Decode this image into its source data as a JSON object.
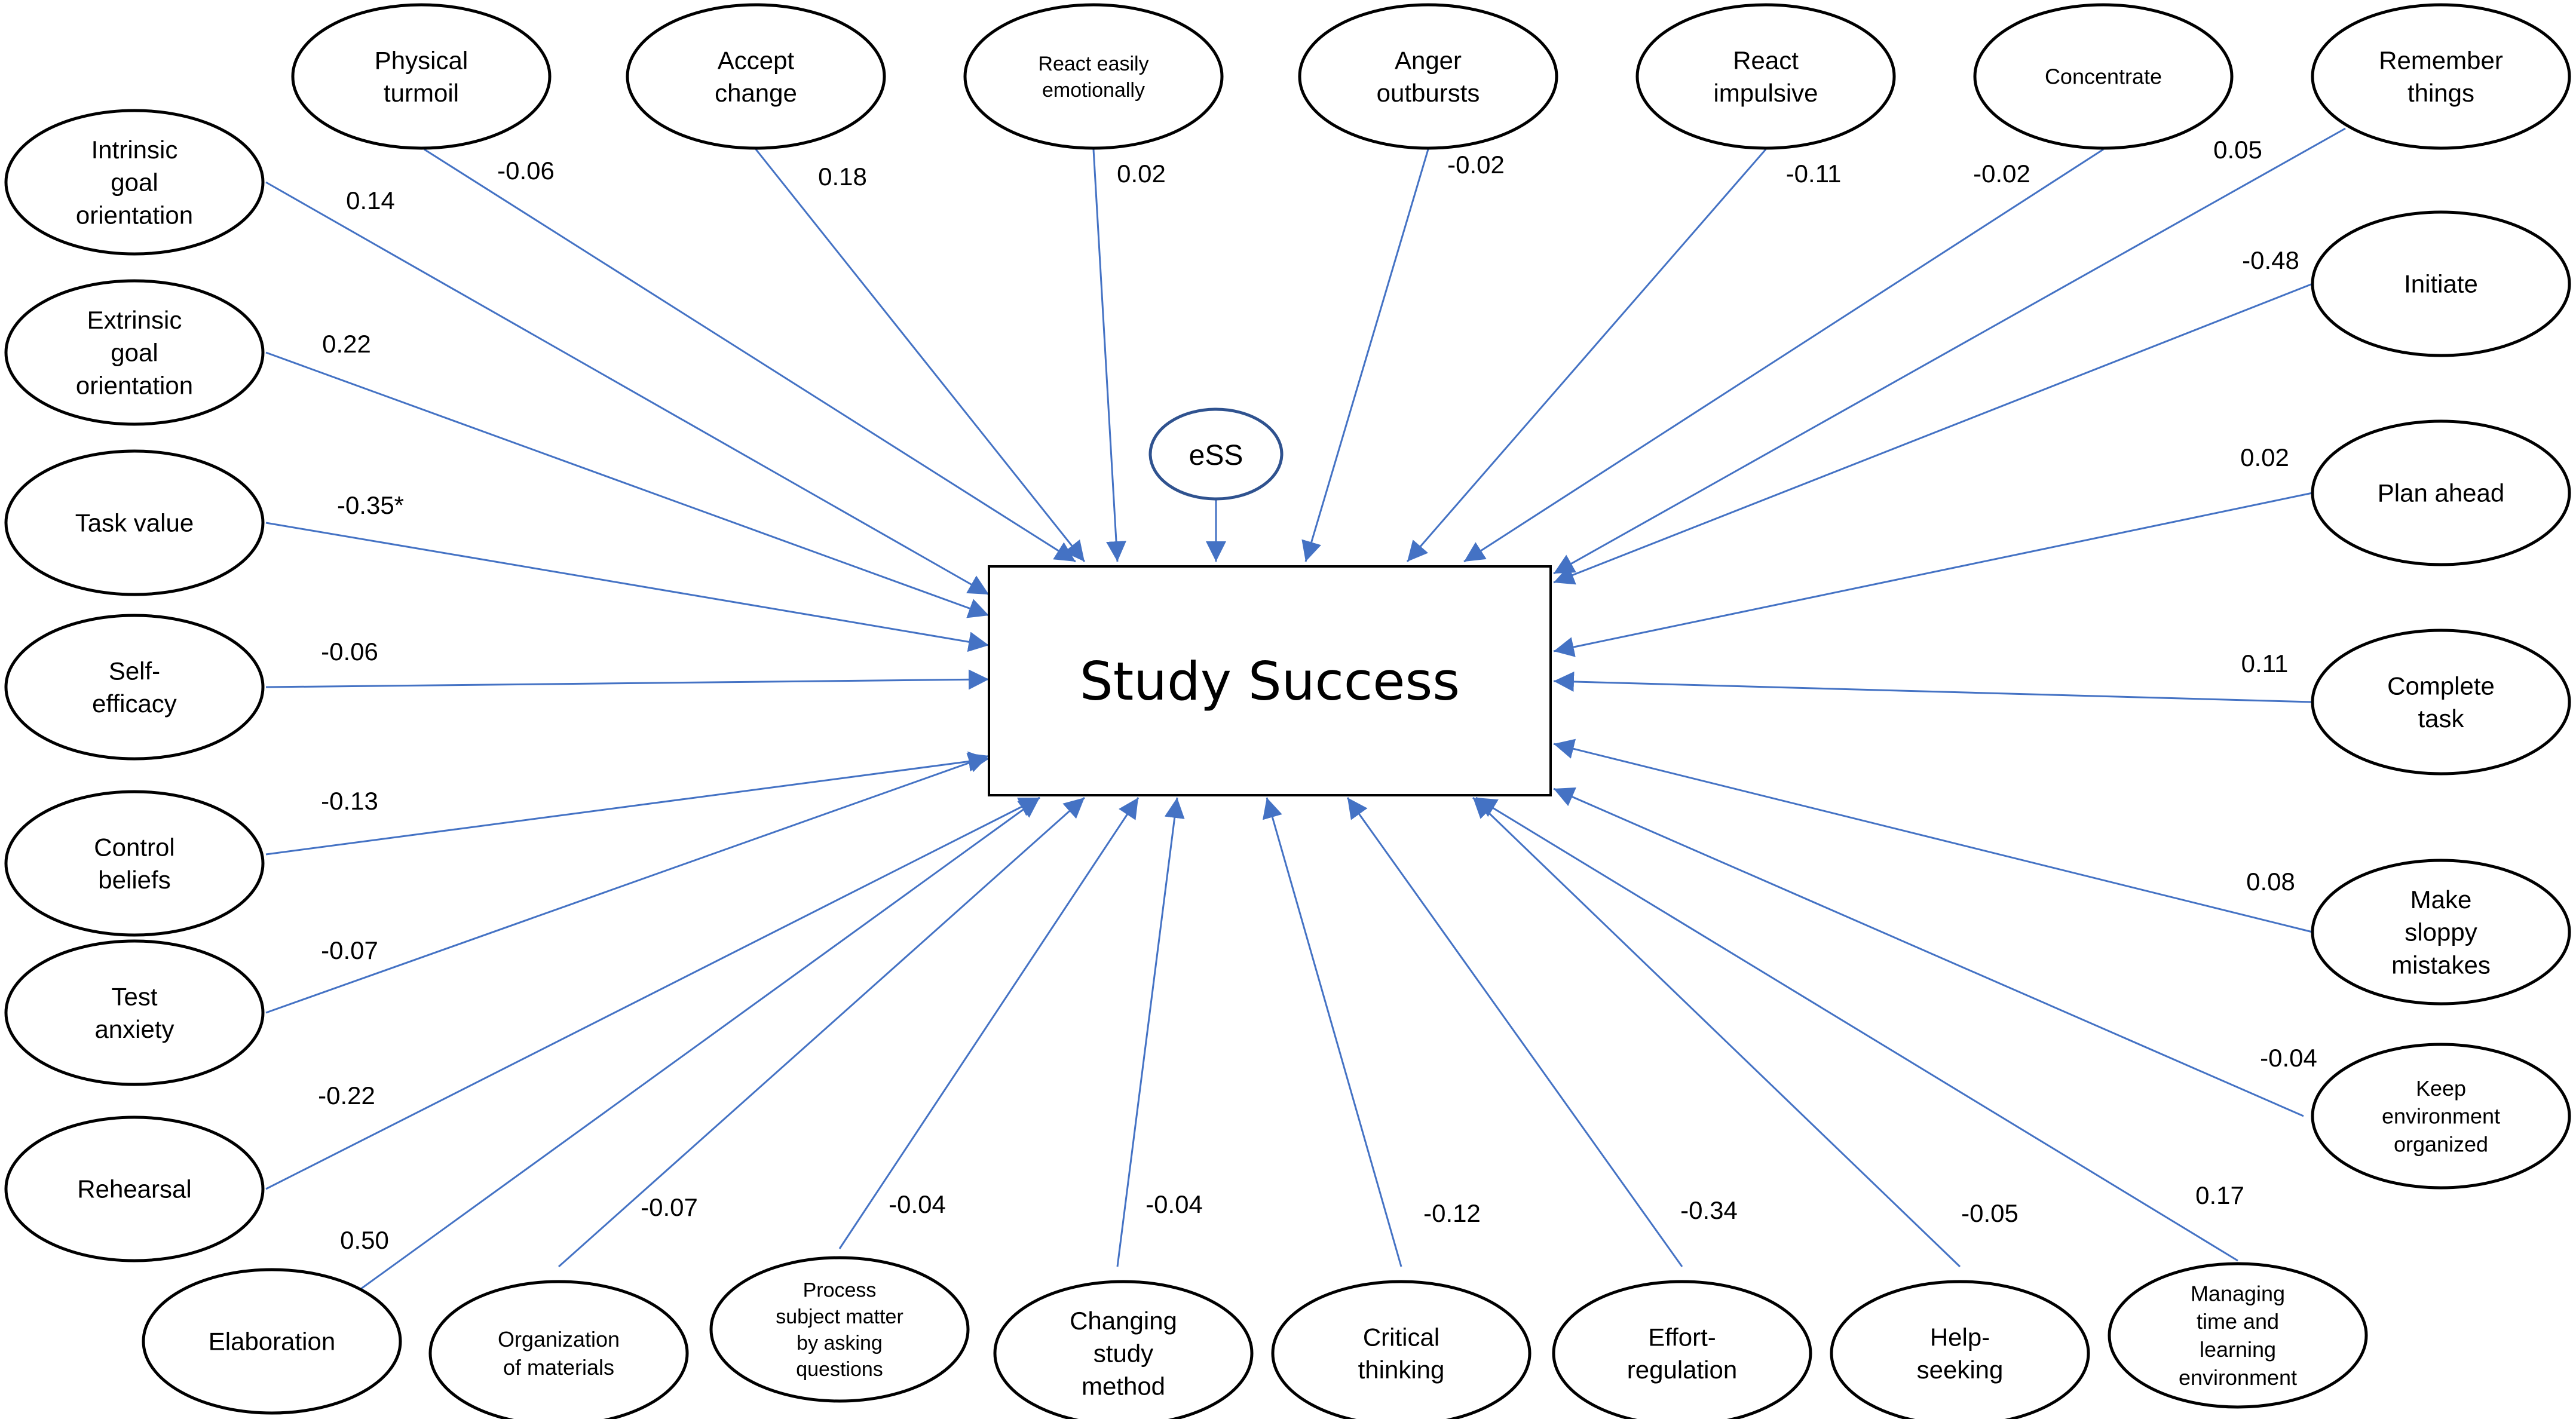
{
  "center": {
    "label": "Study Success",
    "error_term": "eSS"
  },
  "colors": {
    "arrow": "#4472c4",
    "error_outline": "#2f528f",
    "outline": "#000000"
  },
  "predictors": [
    {
      "id": "physical-turmoil",
      "lines": [
        "Physical",
        "turmoil"
      ],
      "coefficient": "-0.06"
    },
    {
      "id": "accept-change",
      "lines": [
        "Accept",
        "change"
      ],
      "coefficient": "0.18"
    },
    {
      "id": "react-easily-emotionally",
      "lines": [
        "React easily",
        "emotionally"
      ],
      "coefficient": "0.02"
    },
    {
      "id": "anger-outbursts",
      "lines": [
        "Anger",
        "outbursts"
      ],
      "coefficient": "-0.02"
    },
    {
      "id": "react-impulsive",
      "lines": [
        "React",
        "impulsive"
      ],
      "coefficient": "-0.11"
    },
    {
      "id": "concentrate",
      "lines": [
        "Concentrate"
      ],
      "coefficient": "-0.02"
    },
    {
      "id": "remember-things",
      "lines": [
        "Remember",
        "things"
      ],
      "coefficient": "0.05"
    },
    {
      "id": "initiate",
      "lines": [
        "Initiate"
      ],
      "coefficient": "-0.48"
    },
    {
      "id": "plan-ahead",
      "lines": [
        "Plan ahead"
      ],
      "coefficient": "0.02"
    },
    {
      "id": "complete-task",
      "lines": [
        "Complete",
        "task"
      ],
      "coefficient": "0.11"
    },
    {
      "id": "make-sloppy-mistakes",
      "lines": [
        "Make",
        "sloppy",
        "mistakes"
      ],
      "coefficient": "0.08"
    },
    {
      "id": "keep-environment-organized",
      "lines": [
        "Keep",
        "environment",
        "organized"
      ],
      "coefficient": "-0.04"
    },
    {
      "id": "managing-time",
      "lines": [
        "Managing",
        "time and",
        "learning",
        "environment"
      ],
      "coefficient": "0.17"
    },
    {
      "id": "help-seeking",
      "lines": [
        "Help-",
        "seeking"
      ],
      "coefficient": "-0.05"
    },
    {
      "id": "effort-regulation",
      "lines": [
        "Effort-",
        "regulation"
      ],
      "coefficient": "-0.34"
    },
    {
      "id": "critical-thinking",
      "lines": [
        "Critical",
        "thinking"
      ],
      "coefficient": "-0.12"
    },
    {
      "id": "changing-study-method",
      "lines": [
        "Changing",
        "study",
        "method"
      ],
      "coefficient": "-0.04"
    },
    {
      "id": "process-subject-matter",
      "lines": [
        "Process",
        "subject matter",
        "by asking",
        "questions"
      ],
      "coefficient": "-0.04"
    },
    {
      "id": "organization-of-materials",
      "lines": [
        "Organization",
        "of materials"
      ],
      "coefficient": "-0.07"
    },
    {
      "id": "elaboration",
      "lines": [
        "Elaboration"
      ],
      "coefficient": "0.50"
    },
    {
      "id": "rehearsal",
      "lines": [
        "Rehearsal"
      ],
      "coefficient": "-0.22"
    },
    {
      "id": "test-anxiety",
      "lines": [
        "Test",
        "anxiety"
      ],
      "coefficient": "-0.07"
    },
    {
      "id": "control-beliefs",
      "lines": [
        "Control",
        "beliefs"
      ],
      "coefficient": "-0.13"
    },
    {
      "id": "self-efficacy",
      "lines": [
        "Self-",
        "efficacy"
      ],
      "coefficient": "-0.06"
    },
    {
      "id": "task-value",
      "lines": [
        "Task value"
      ],
      "coefficient": "-0.35*"
    },
    {
      "id": "extrinsic-goal-orientation",
      "lines": [
        "Extrinsic",
        "goal",
        "orientation"
      ],
      "coefficient": "0.22"
    },
    {
      "id": "intrinsic-goal-orientation",
      "lines": [
        "Intrinsic",
        "goal",
        "orientation"
      ],
      "coefficient": "0.14"
    }
  ]
}
